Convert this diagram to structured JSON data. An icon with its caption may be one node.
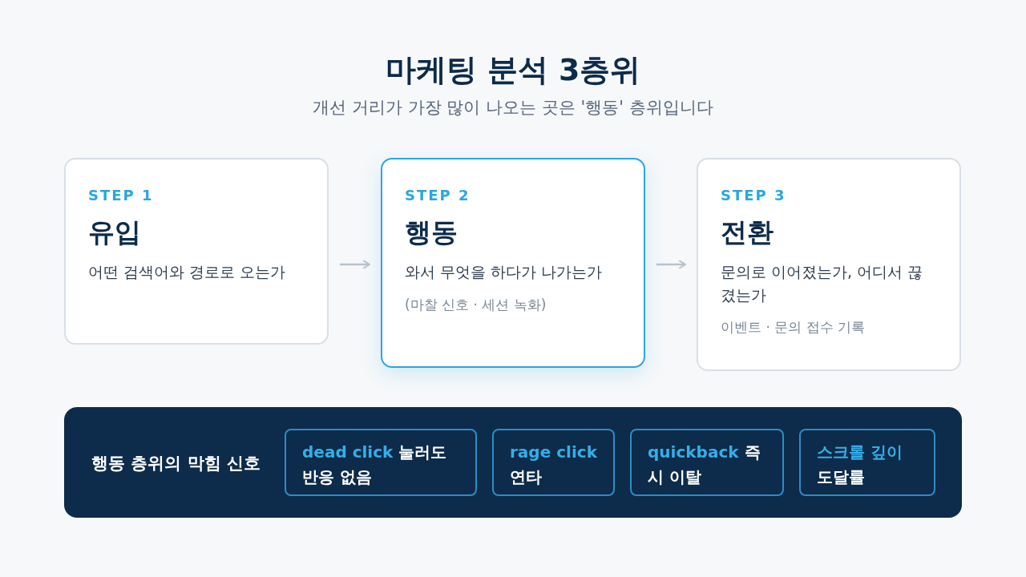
{
  "diagram": {
    "title": "마케팅 분석 3층위",
    "nodes": [
      {
        "text": [
          "STEP 1",
          "유입",
          "어떤 검색어와 경로로 오는가"
        ]
      },
      {
        "text": [
          "STEP 2",
          "행동",
          "와서 무엇을 하다가 나가는가",
          "(마찰 신호 · 세션 녹화)"
        ]
      },
      {
        "text": [
          "STEP 3",
          "전환",
          "문의로 이어졌는가, 어디서 끊겼는가",
          "이벤트 · 문의 접수 기록"
        ]
      },
      {
        "text": [
          "행동 층위의 막힘 신호"
        ]
      },
      {
        "text": [
          "dead click",
          "눌러도 반응 없음"
        ],
        "in": 3
      },
      {
        "text": [
          "rage click",
          "연타"
        ],
        "in": 3
      },
      {
        "text": [
          "quickback",
          "즉시 이탈"
        ],
        "in": 3
      },
      {
        "text": [
          "스크롤 깊이",
          "도달률"
        ],
        "in": 3
      }
    ],
    "edges": [
      {
        "from": 0,
        "to": 1,
        "arrow": "to"
      },
      {
        "from": 1,
        "to": 2,
        "arrow": "to"
      }
    ],
    "labels": [
      "개선 거리가 가장 많이 나오는 곳은 '행동' 층위입니다"
    ]
  }
}
